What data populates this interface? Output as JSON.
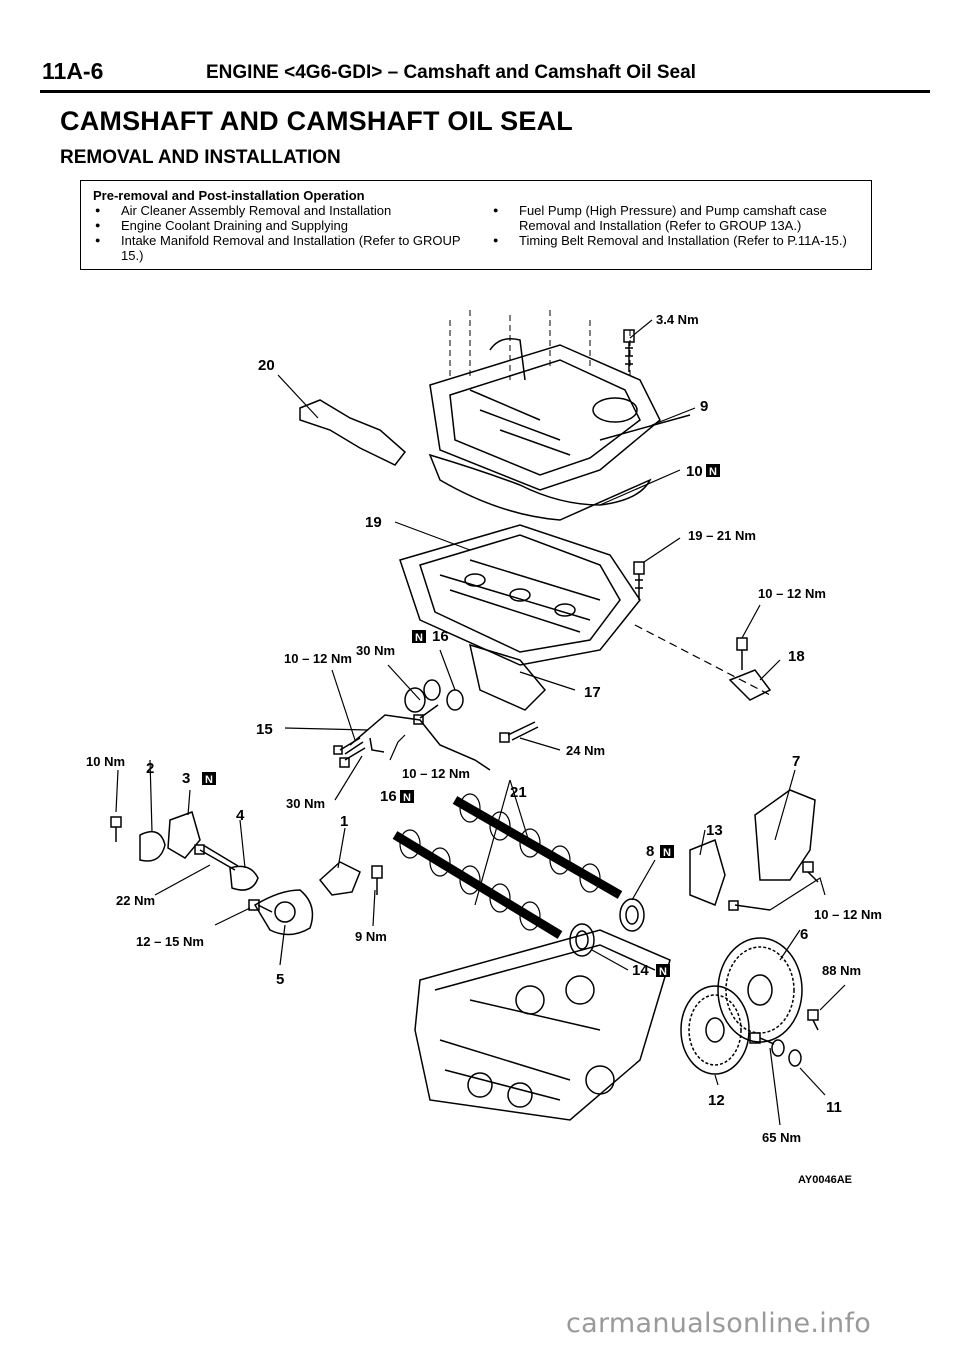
{
  "header": {
    "page_number": "11A-6",
    "running_title": "ENGINE <4G6-GDI> – Camshaft and Camshaft Oil Seal"
  },
  "title": "CAMSHAFT AND CAMSHAFT OIL SEAL",
  "subtitle": "REMOVAL AND INSTALLATION",
  "operations": {
    "heading": "Pre-removal and Post-installation Operation",
    "left": [
      "Air Cleaner Assembly Removal and Installation",
      "Engine Coolant Draining and Supplying",
      "Intake Manifold Removal and Installation (Refer to GROUP 15.)"
    ],
    "right": [
      "Fuel Pump (High Pressure) and Pump camshaft case Removal and Installation (Refer to GROUP 13A.)",
      "Timing Belt Removal and Installation (Refer to P.11A-15.)"
    ]
  },
  "new_part_mark": "N",
  "diagram_labels": {
    "torque_3_4": "3.4 Nm",
    "p20": "20",
    "p9": "9",
    "p10": "10",
    "p19": "19",
    "torque_19_21": "19 – 21 Nm",
    "torque_10_12_a": "10 – 12 Nm",
    "torque_30_a": "30 Nm",
    "p16a": "16",
    "p18": "18",
    "torque_10_12_b": "10 – 12 Nm",
    "p17": "17",
    "p15": "15",
    "torque_24": "24 Nm",
    "torque_10": "10 Nm",
    "p2": "2",
    "p3": "3",
    "torque_10_12_c": "10 – 12 Nm",
    "p7": "7",
    "p16b": "16",
    "p21": "21",
    "p4": "4",
    "torque_30_b": "30 Nm",
    "p1": "1",
    "p13": "13",
    "p8": "8",
    "torque_22": "22 Nm",
    "torque_10_12_d": "10 – 12 Nm",
    "torque_12_15": "12 – 15 Nm",
    "torque_9": "9 Nm",
    "p6": "6",
    "p5": "5",
    "p14": "14",
    "torque_88": "88 Nm",
    "p12": "12",
    "p11": "11",
    "torque_65": "65 Nm",
    "figure_code": "AY0046AE"
  },
  "watermark": "carmanualsonline.info"
}
